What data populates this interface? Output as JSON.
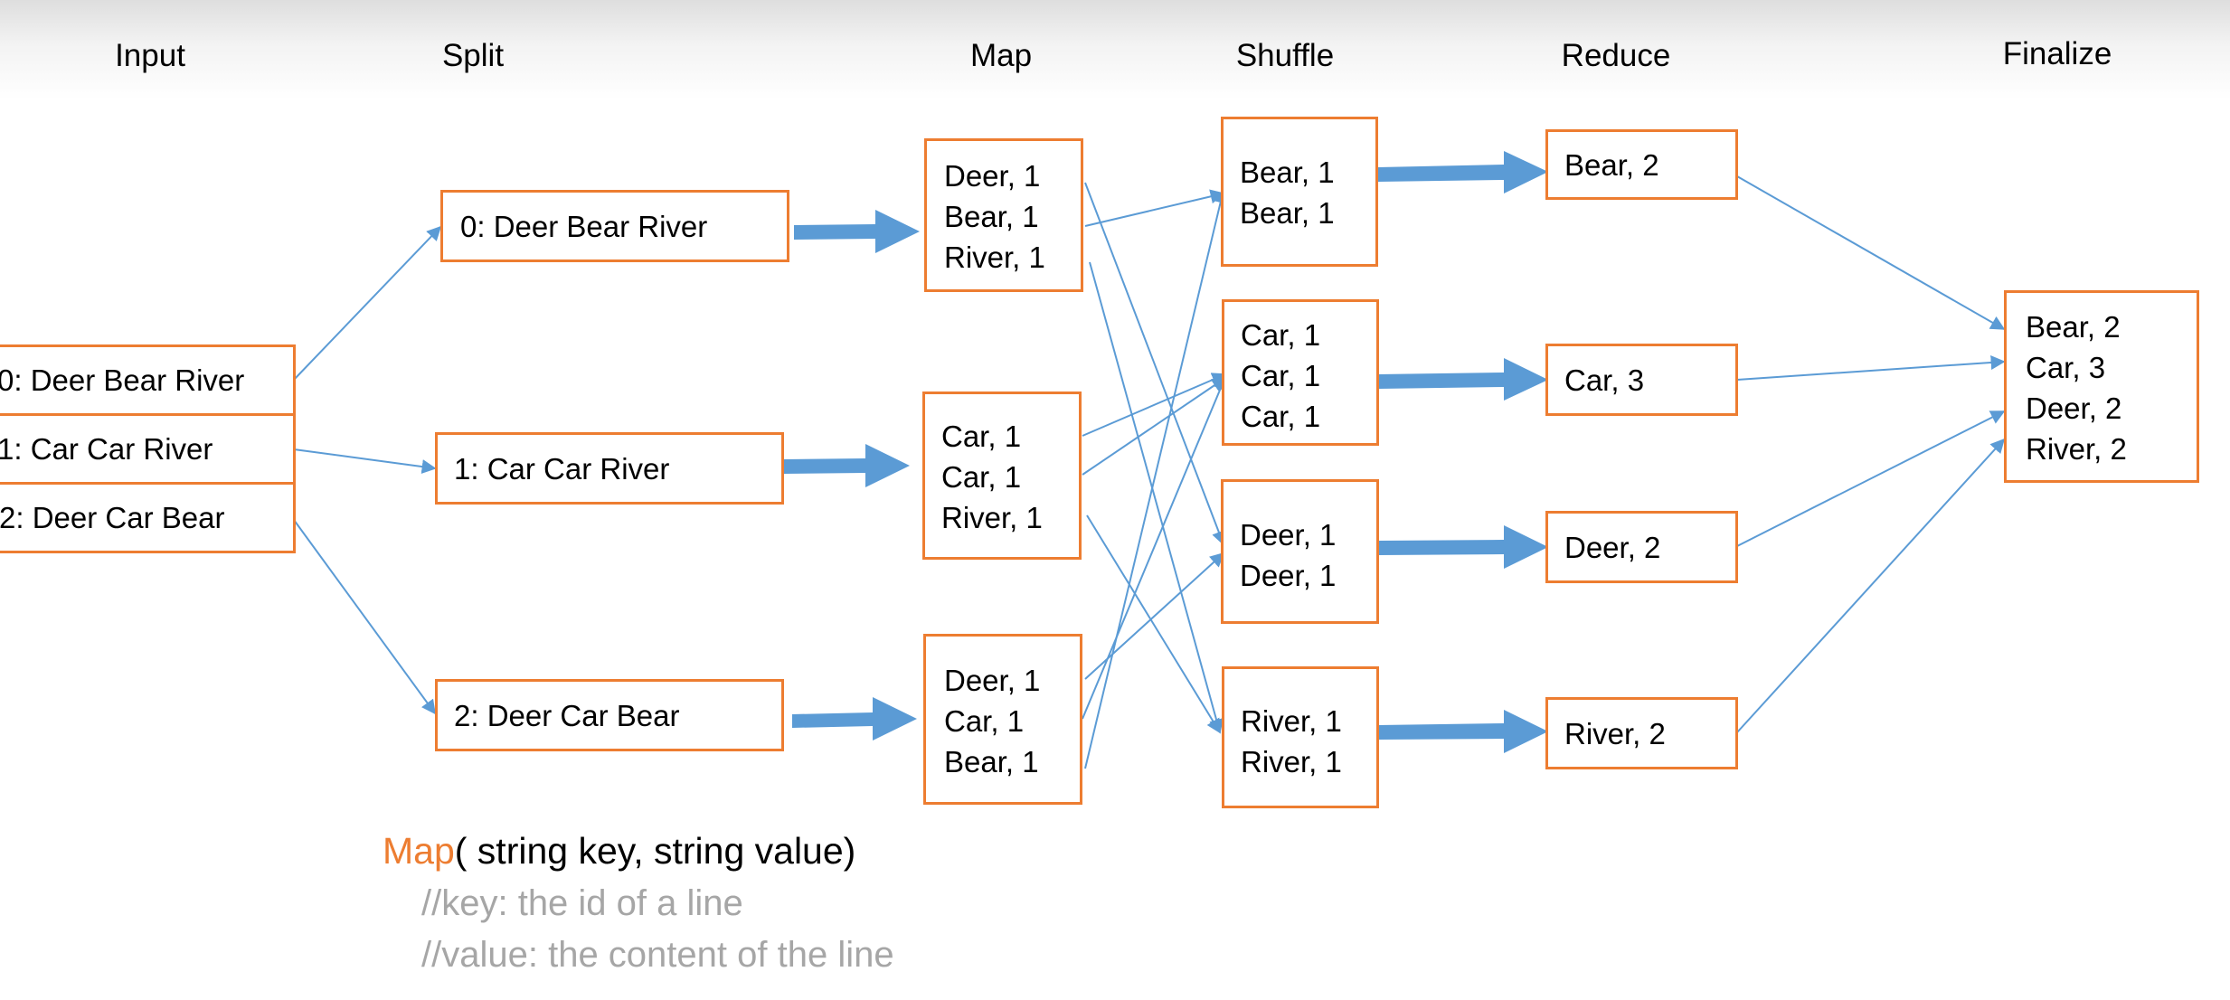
{
  "headers": [
    "Input",
    "Split",
    "Map",
    "Shuffle",
    "Reduce",
    "Finalize"
  ],
  "input": [
    "0: Deer Bear River",
    "1: Car Car River",
    "2: Deer Car Bear"
  ],
  "split": [
    "0: Deer Bear River",
    "1: Car Car River",
    "2: Deer Car Bear"
  ],
  "map": [
    [
      "Deer, 1",
      "Bear, 1",
      "River, 1"
    ],
    [
      "Car, 1",
      "Car, 1",
      "River, 1"
    ],
    [
      "Deer, 1",
      "Car, 1",
      "Bear, 1"
    ]
  ],
  "shuffle": [
    [
      "Bear, 1",
      "Bear, 1"
    ],
    [
      "Car, 1",
      "Car, 1",
      "Car, 1"
    ],
    [
      "Deer, 1",
      "Deer, 1"
    ],
    [
      "River, 1",
      "River, 1"
    ]
  ],
  "reduce": [
    "Bear, 2",
    "Car, 3",
    "Deer, 2",
    "River, 2"
  ],
  "finalize": [
    "Bear, 2",
    "Car, 3",
    "Deer, 2",
    "River, 2"
  ],
  "code": {
    "keyword": "Map",
    "signature_rest": "( string key, string value)",
    "comment1": "//key: the id of a line",
    "comment2": "//value: the content of the line"
  },
  "colors": {
    "box_border": "#ED7D31",
    "arrow": "#5B9BD5",
    "keyword": "#ED7D31",
    "comment": "#a6a6a6"
  }
}
